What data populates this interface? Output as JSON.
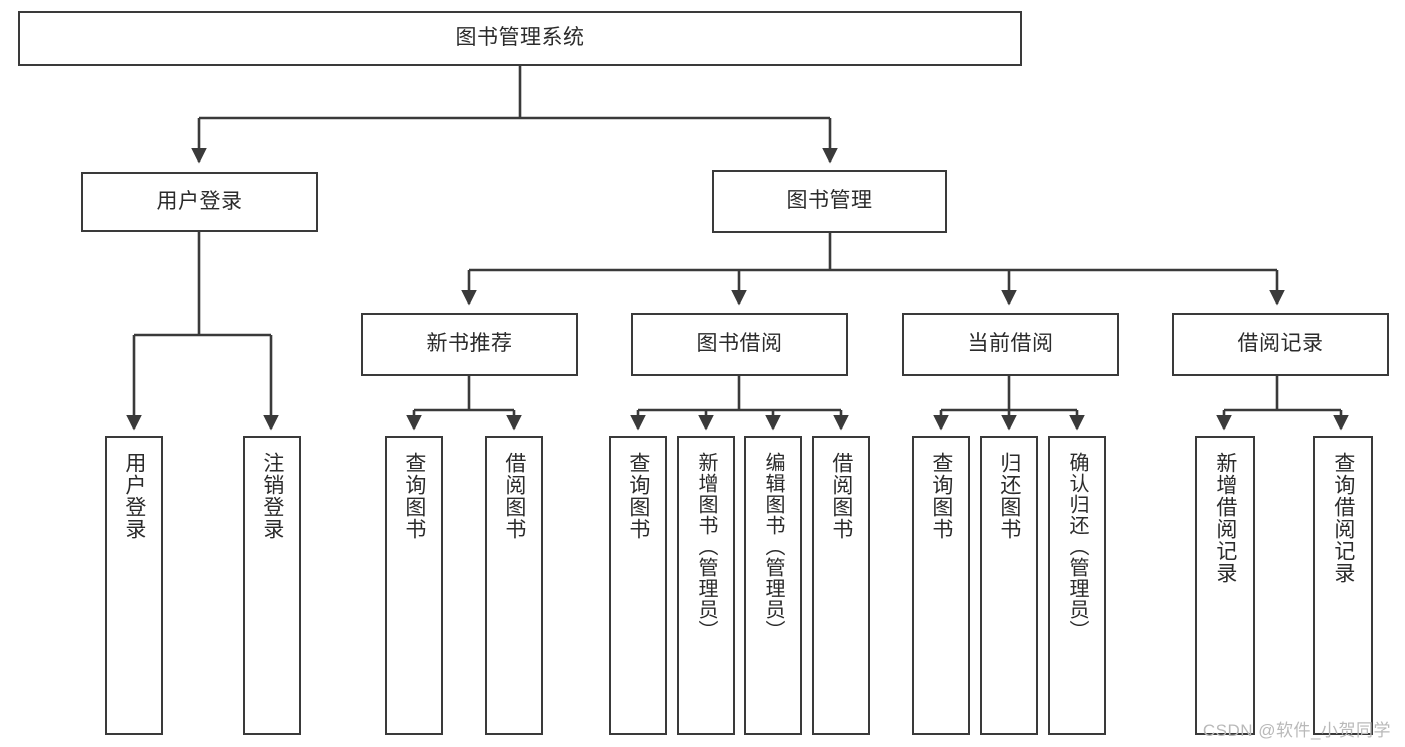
{
  "diagram": {
    "title": "图书管理系统",
    "watermark": "CSDN @软件_小贺同学",
    "line_color": "#3a3a3a",
    "text_color": "#2b2b2b",
    "background": "#ffffff",
    "root": {
      "label": "图书管理系统"
    },
    "level2": [
      {
        "label": "用户登录"
      },
      {
        "label": "图书管理"
      }
    ],
    "level3": [
      {
        "label": "新书推荐"
      },
      {
        "label": "图书借阅"
      },
      {
        "label": "当前借阅"
      },
      {
        "label": "借阅记录"
      }
    ],
    "leaves": {
      "user_login": [
        {
          "label": "用户登录"
        },
        {
          "label": "注销登录"
        }
      ],
      "new_book_recommend": [
        {
          "label": "查询图书"
        },
        {
          "label": "借阅图书"
        }
      ],
      "book_borrow": [
        {
          "label": "查询图书"
        },
        {
          "label": "新增图书（管理员）"
        },
        {
          "label": "编辑图书（管理员）"
        },
        {
          "label": "借阅图书"
        }
      ],
      "current_borrow": [
        {
          "label": "查询图书"
        },
        {
          "label": "归还图书"
        },
        {
          "label": "确认归还（管理员）"
        }
      ],
      "borrow_record": [
        {
          "label": "新增借阅记录"
        },
        {
          "label": "查询借阅记录"
        }
      ]
    }
  }
}
